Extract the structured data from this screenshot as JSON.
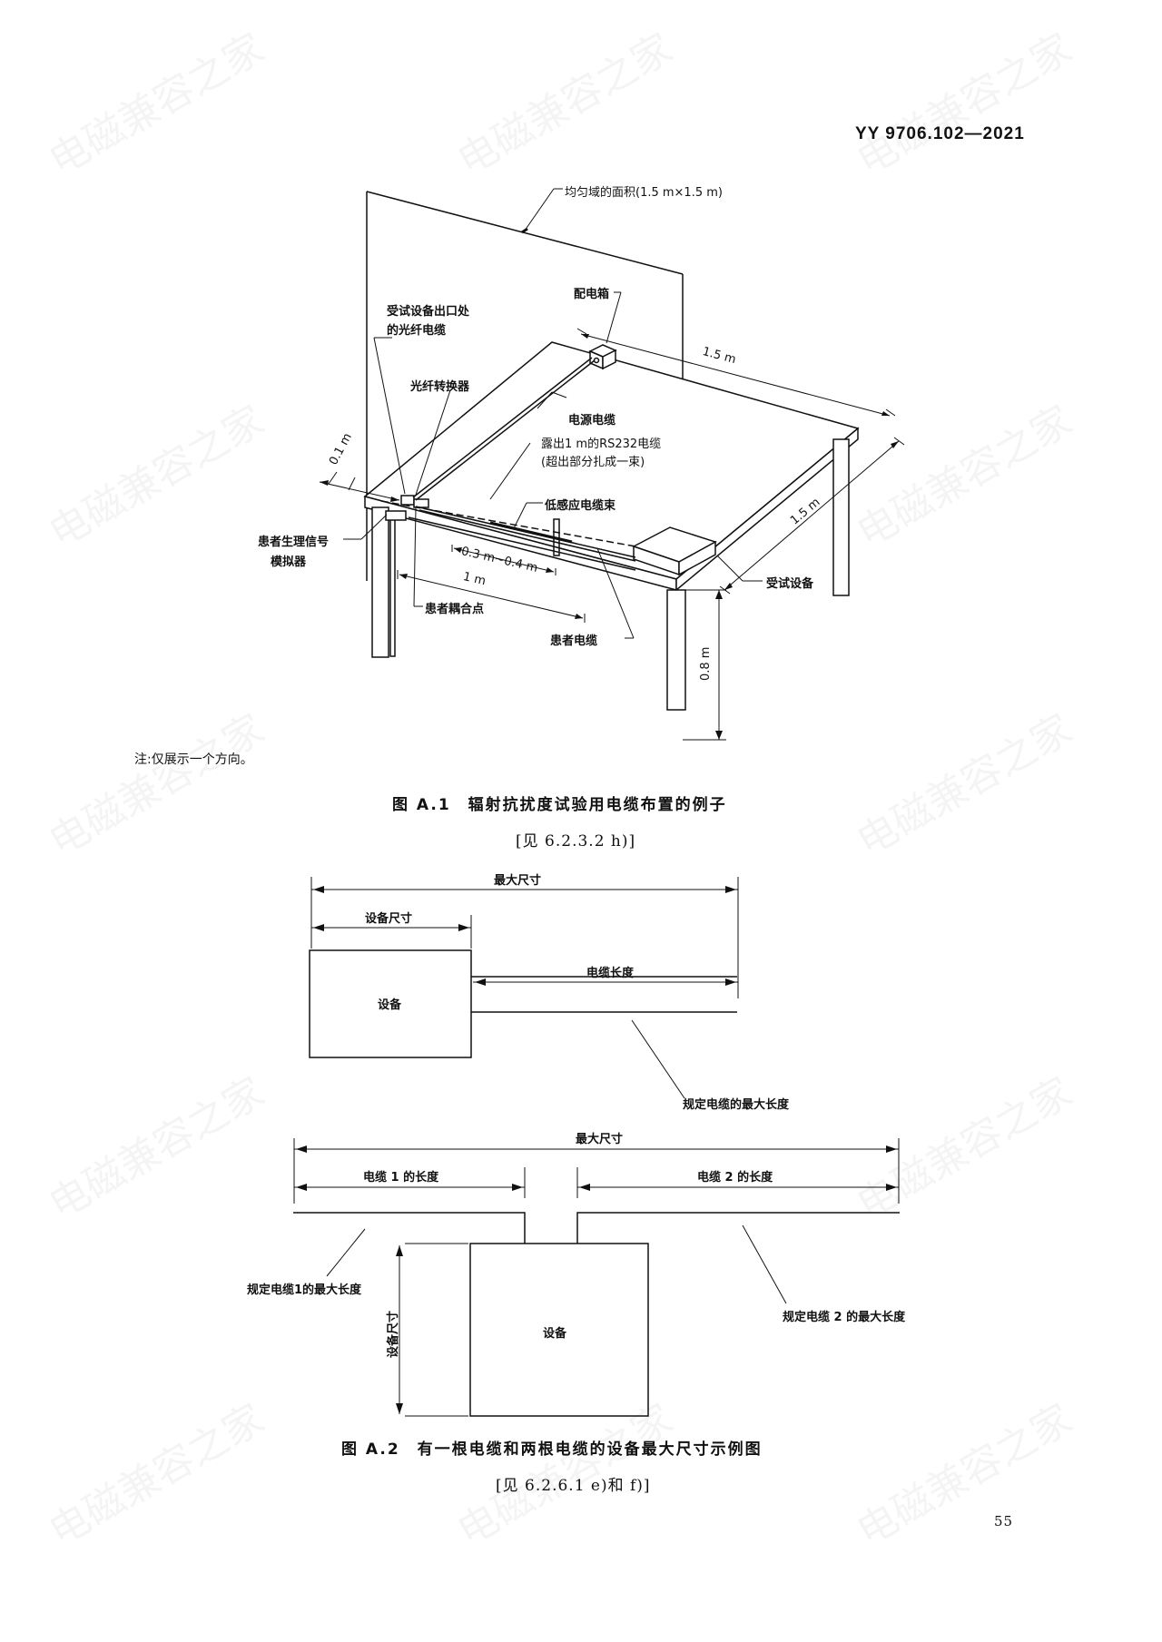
{
  "header": {
    "standard_id": "YY 9706.102—2021"
  },
  "watermark": "电磁兼容之家",
  "figure_a1": {
    "labels": {
      "uniform_area": "均匀域的面积(1.5 m×1.5 m)",
      "distribution_box": "配电箱",
      "eut_fiber_cable_l1": "受试设备出口处",
      "eut_fiber_cable_l2": "的光纤电缆",
      "fiber_converter": "光纤转换器",
      "power_cable": "电源电缆",
      "rs232_l1": "露出1 m的RS232电缆",
      "rs232_l2": "(超出部分扎成一束)",
      "low_induct_bundle": "低感应电缆束",
      "patient_sim_l1": "患者生理信号",
      "patient_sim_l2": "模拟器",
      "patient_coupling": "患者耦合点",
      "patient_cable": "患者电缆",
      "eut": "受试设备",
      "dim_01m": "0.1 m",
      "dim_15m_top": "1.5 m",
      "dim_15m_side": "1.5 m",
      "dim_0304m": "0.3 m~0.4 m",
      "dim_1m": "1 m",
      "dim_08m": "0.8 m"
    },
    "note": "注:仅展示一个方向。",
    "caption": "图 A.1　辐射抗扰度试验用电缆布置的例子",
    "subcaption": "[见 6.2.3.2 h)]"
  },
  "figure_a2": {
    "top": {
      "max_size": "最大尺寸",
      "device_size": "设备尺寸",
      "cable_length": "电缆长度",
      "device": "设备",
      "max_cable_length": "规定电缆的最大长度"
    },
    "bottom": {
      "max_size": "最大尺寸",
      "cable1_length": "电缆 1 的长度",
      "cable2_length": "电缆 2 的长度",
      "max_cable1": "规定电缆1的最大长度",
      "max_cable2": "规定电缆 2 的最大长度",
      "device_size": "设备尺寸",
      "device": "设备"
    },
    "caption": "图 A.2　有一根电缆和两根电缆的设备最大尺寸示例图",
    "subcaption": "[见 6.2.6.1 e)和 f)]"
  },
  "page_number": "55"
}
